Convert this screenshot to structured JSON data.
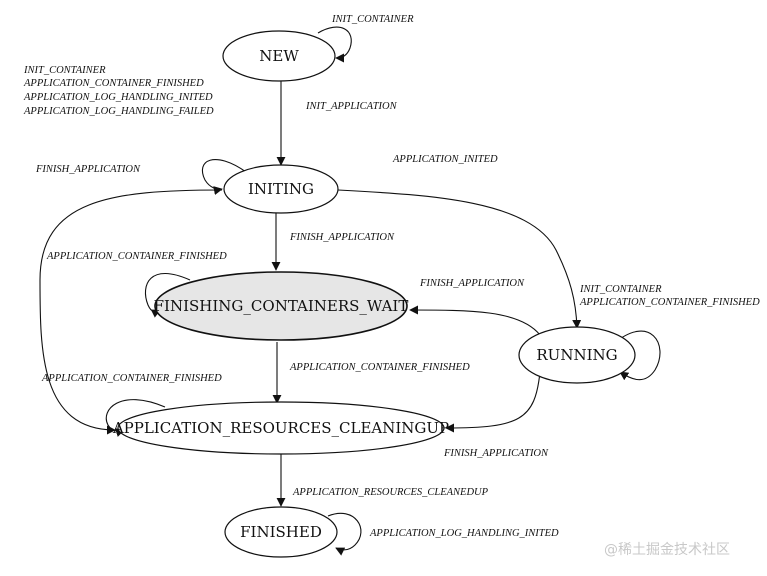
{
  "states": {
    "new": "NEW",
    "initing": "INITING",
    "finishing_containers_wait": "FINISHING_CONTAINERS_WAIT",
    "running": "RUNNING",
    "application_resources_cleaningup": "APPLICATION_RESOURCES_CLEANINGUP",
    "finished": "FINISHED"
  },
  "transitions": {
    "new_self": "INIT_CONTAINER",
    "new_self_list": [
      "INIT_CONTAINER",
      "APPLICATION_CONTAINER_FINISHED",
      "APPLICATION_LOG_HANDLING_INITED",
      "APPLICATION_LOG_HANDLING_FAILED"
    ],
    "new_to_initing": "INIT_APPLICATION",
    "initing_self": "FINISH_APPLICATION",
    "initing_to_running": "APPLICATION_INITED",
    "initing_to_fcw": "FINISH_APPLICATION",
    "fcw_self": "APPLICATION_CONTAINER_FINISHED",
    "running_to_fcw": "FINISH_APPLICATION",
    "running_self_1": "INIT_CONTAINER",
    "running_self_2": "APPLICATION_CONTAINER_FINISHED",
    "fcw_to_arc": "APPLICATION_CONTAINER_FINISHED",
    "arc_self": "APPLICATION_CONTAINER_FINISHED",
    "running_to_arc": "FINISH_APPLICATION",
    "arc_to_finished": "APPLICATION_RESOURCES_CLEANEDUP",
    "finished_self": "APPLICATION_LOG_HANDLING_INITED"
  },
  "watermark": "@稀土掘金技术社区"
}
